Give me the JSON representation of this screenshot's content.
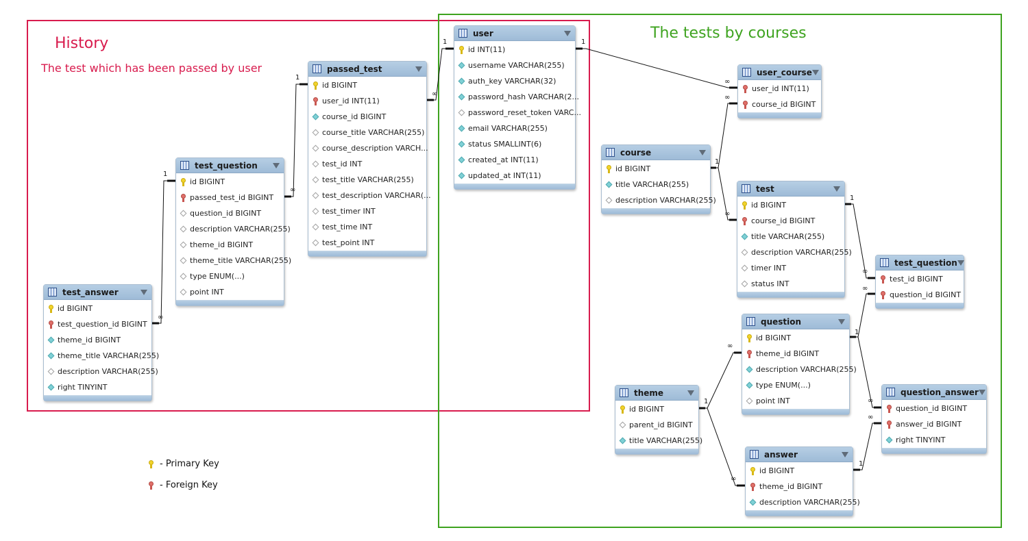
{
  "regions": {
    "history": {
      "title": "History",
      "subtitle": "The test which has been passed by user",
      "color": "#d81b4d"
    },
    "tests": {
      "title": "The tests by courses",
      "color": "#3ea31f"
    }
  },
  "legend": {
    "primary_key": "- Primary Key",
    "foreign_key": "- Foreign Key"
  },
  "tables": [
    {
      "key": "user",
      "name": "user",
      "fields": [
        {
          "icon": "pk",
          "text": "id INT(11)"
        },
        {
          "icon": "filled",
          "text": "username VARCHAR(255)"
        },
        {
          "icon": "filled",
          "text": "auth_key VARCHAR(32)"
        },
        {
          "icon": "filled",
          "text": "password_hash VARCHAR(2..."
        },
        {
          "icon": "empty",
          "text": "password_reset_token VARC..."
        },
        {
          "icon": "filled",
          "text": "email VARCHAR(255)"
        },
        {
          "icon": "filled",
          "text": "status SMALLINT(6)"
        },
        {
          "icon": "filled",
          "text": "created_at INT(11)"
        },
        {
          "icon": "filled",
          "text": "updated_at INT(11)"
        }
      ]
    },
    {
      "key": "passed_test",
      "name": "passed_test",
      "fields": [
        {
          "icon": "pk",
          "text": "id BIGINT"
        },
        {
          "icon": "fk",
          "text": "user_id INT(11)"
        },
        {
          "icon": "filled",
          "text": "course_id BIGINT"
        },
        {
          "icon": "empty",
          "text": "course_title VARCHAR(255)"
        },
        {
          "icon": "empty",
          "text": "course_description VARCH..."
        },
        {
          "icon": "empty",
          "text": "test_id INT"
        },
        {
          "icon": "empty",
          "text": "test_title VARCHAR(255)"
        },
        {
          "icon": "empty",
          "text": "test_description VARCHAR(..."
        },
        {
          "icon": "empty",
          "text": "test_timer INT"
        },
        {
          "icon": "empty",
          "text": "test_time INT"
        },
        {
          "icon": "empty",
          "text": "test_point INT"
        }
      ]
    },
    {
      "key": "test_question_h",
      "name": "test_question",
      "fields": [
        {
          "icon": "pk",
          "text": "id BIGINT"
        },
        {
          "icon": "fk",
          "text": "passed_test_id BIGINT"
        },
        {
          "icon": "empty",
          "text": "question_id BIGINT"
        },
        {
          "icon": "empty",
          "text": "description VARCHAR(255)"
        },
        {
          "icon": "empty",
          "text": "theme_id BIGINT"
        },
        {
          "icon": "empty",
          "text": "theme_title VARCHAR(255)"
        },
        {
          "icon": "empty",
          "text": "type ENUM(...)"
        },
        {
          "icon": "empty",
          "text": "point INT"
        }
      ]
    },
    {
      "key": "test_answer",
      "name": "test_answer",
      "fields": [
        {
          "icon": "pk",
          "text": "id BIGINT"
        },
        {
          "icon": "fk",
          "text": "test_question_id BIGINT"
        },
        {
          "icon": "filled",
          "text": "theme_id BIGINT"
        },
        {
          "icon": "filled",
          "text": "theme_title VARCHAR(255)"
        },
        {
          "icon": "empty",
          "text": "description VARCHAR(255)"
        },
        {
          "icon": "filled",
          "text": "right TINYINT"
        }
      ]
    },
    {
      "key": "user_course",
      "name": "user_course",
      "fields": [
        {
          "icon": "fk",
          "text": "user_id INT(11)"
        },
        {
          "icon": "fk",
          "text": "course_id BIGINT"
        }
      ]
    },
    {
      "key": "course",
      "name": "course",
      "fields": [
        {
          "icon": "pk",
          "text": "id BIGINT"
        },
        {
          "icon": "filled",
          "text": "title VARCHAR(255)"
        },
        {
          "icon": "empty",
          "text": "description VARCHAR(255)"
        }
      ]
    },
    {
      "key": "test",
      "name": "test",
      "fields": [
        {
          "icon": "pk",
          "text": "id BIGINT"
        },
        {
          "icon": "fk",
          "text": "course_id BIGINT"
        },
        {
          "icon": "filled",
          "text": "title VARCHAR(255)"
        },
        {
          "icon": "empty",
          "text": "description VARCHAR(255)"
        },
        {
          "icon": "empty",
          "text": "timer INT"
        },
        {
          "icon": "empty",
          "text": "status INT"
        }
      ]
    },
    {
      "key": "test_question_t",
      "name": "test_question",
      "fields": [
        {
          "icon": "fk",
          "text": "test_id BIGINT"
        },
        {
          "icon": "fk",
          "text": "question_id BIGINT"
        }
      ]
    },
    {
      "key": "question",
      "name": "question",
      "fields": [
        {
          "icon": "pk",
          "text": "id BIGINT"
        },
        {
          "icon": "fk",
          "text": "theme_id BIGINT"
        },
        {
          "icon": "filled",
          "text": "description VARCHAR(255)"
        },
        {
          "icon": "filled",
          "text": "type ENUM(...)"
        },
        {
          "icon": "empty",
          "text": "point INT"
        }
      ]
    },
    {
      "key": "theme",
      "name": "theme",
      "fields": [
        {
          "icon": "pk",
          "text": "id BIGINT"
        },
        {
          "icon": "empty",
          "text": "parent_id BIGINT"
        },
        {
          "icon": "filled",
          "text": "title VARCHAR(255)"
        }
      ]
    },
    {
      "key": "question_answer",
      "name": "question_answer",
      "fields": [
        {
          "icon": "fk",
          "text": "question_id BIGINT"
        },
        {
          "icon": "fk",
          "text": "answer_id BIGINT"
        },
        {
          "icon": "filled",
          "text": "right TINYINT"
        }
      ]
    },
    {
      "key": "answer",
      "name": "answer",
      "fields": [
        {
          "icon": "pk",
          "text": "id BIGINT"
        },
        {
          "icon": "fk",
          "text": "theme_id BIGINT"
        },
        {
          "icon": "filled",
          "text": "description VARCHAR(255)"
        }
      ]
    }
  ],
  "relationships": [
    {
      "from": "user",
      "to": "passed_test",
      "one": "1",
      "many": "∞"
    },
    {
      "from": "user",
      "to": "user_course",
      "one": "1",
      "many": "∞"
    },
    {
      "from": "course",
      "to": "user_course",
      "one": "1",
      "many": "∞"
    },
    {
      "from": "course",
      "to": "test",
      "one": "1",
      "many": "∞"
    },
    {
      "from": "test",
      "to": "test_question_t",
      "one": "1",
      "many": "∞"
    },
    {
      "from": "question",
      "to": "test_question_t",
      "one": "1",
      "many": "∞"
    },
    {
      "from": "question",
      "to": "question_answer",
      "one": "1",
      "many": "∞"
    },
    {
      "from": "answer",
      "to": "question_answer",
      "one": "1",
      "many": "∞"
    },
    {
      "from": "theme",
      "to": "question",
      "one": "1",
      "many": "∞"
    },
    {
      "from": "theme",
      "to": "answer",
      "one": "1",
      "many": "∞"
    },
    {
      "from": "passed_test",
      "to": "test_question_h",
      "one": "1",
      "many": "∞"
    },
    {
      "from": "test_question_h",
      "to": "test_answer",
      "one": "1",
      "many": "∞"
    }
  ]
}
